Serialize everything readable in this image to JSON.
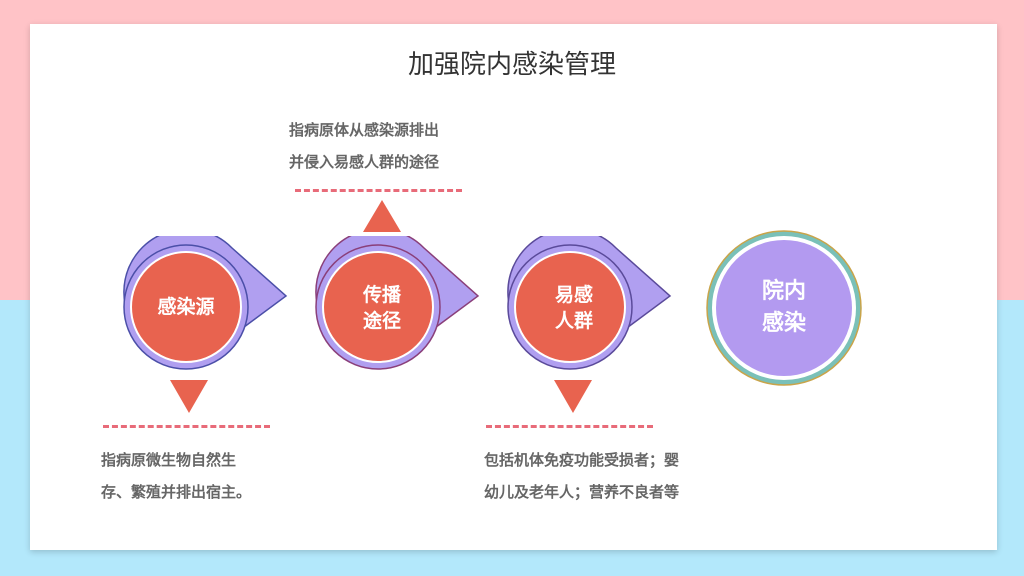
{
  "title": "加强院内感染管理",
  "nodes": [
    {
      "label": "感染源"
    },
    {
      "label": "传播\n途径"
    },
    {
      "label": "易感\n人群"
    },
    {
      "label": "院内\n感染"
    }
  ],
  "descriptions": {
    "source": "指病原微生物自然生\n存、繁殖并排出宿主。",
    "route": "指病原体从感染源排出\n并侵入易感人群的途径",
    "susceptible": "包括机体免疫功能受损者；婴\n幼儿及老年人；营养不良者等"
  },
  "colors": {
    "circle_fill": "#e8634f",
    "ring_fill": "#b09ff0",
    "final_fill": "#b39af0",
    "final_ring": "#7ac0b8",
    "dash": "#e86b79"
  }
}
